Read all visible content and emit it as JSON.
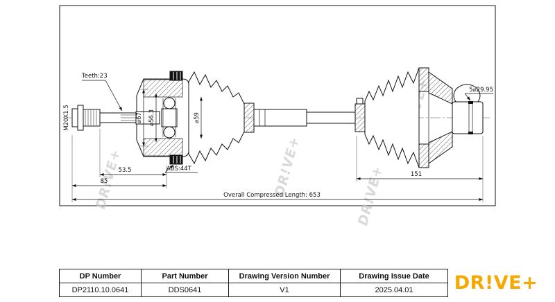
{
  "drawing": {
    "watermark": "DR!VE+",
    "dims": {
      "thread": "M20X1.5",
      "teeth": "Teeth:23",
      "dia_67": "⌀67",
      "dia_56_3": "⌀56.3",
      "dia_59": "⌀59",
      "len_53_5": "53.5",
      "len_85": "85",
      "abs_ring": "ABS:44T",
      "len_151": "151",
      "overall_length": "Overall Compressed Length: 653",
      "stub_dia": "5⌀29.95"
    }
  },
  "title_block": {
    "columns": [
      {
        "header": "DP Number",
        "value": "DP2110.10.0641"
      },
      {
        "header": "Part Number",
        "value": "DDS0641"
      },
      {
        "header": "Drawing Version Number",
        "value": "V1"
      },
      {
        "header": "Drawing Issue Date",
        "value": "2025.04.01"
      }
    ],
    "logo": "DR!VE+",
    "logo_color": "#F5A800",
    "line_color": "#111111"
  }
}
